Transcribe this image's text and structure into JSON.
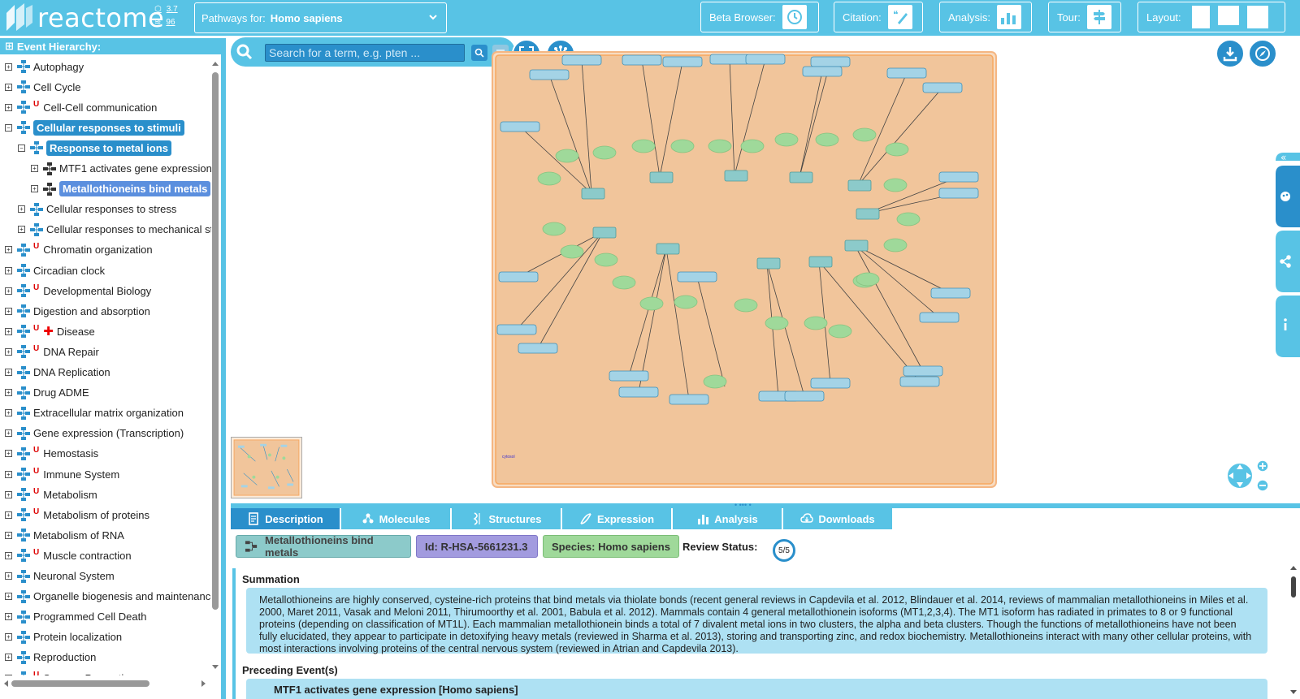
{
  "header": {
    "logo_text": "reactome",
    "version": "3.7",
    "release": "96",
    "species_label": "Pathways for:",
    "species_value": "Homo sapiens",
    "beta_label": "Beta Browser:",
    "citation_label": "Citation:",
    "analysis_label": "Analysis:",
    "tour_label": "Tour:",
    "layout_label": "Layout:"
  },
  "hierarchy": {
    "title": "Event Hierarchy:",
    "items": [
      {
        "label": "Autophagy",
        "level": 0,
        "expand": "+",
        "badge": ""
      },
      {
        "label": "Cell Cycle",
        "level": 0,
        "expand": "+",
        "badge": ""
      },
      {
        "label": "Cell-Cell communication",
        "level": 0,
        "expand": "+",
        "badge": "U"
      },
      {
        "label": "Cellular responses to stimuli",
        "level": 0,
        "expand": "−",
        "badge": "",
        "selected": "main"
      },
      {
        "label": "Response to metal ions",
        "level": 1,
        "expand": "−",
        "badge": "",
        "selected": "main"
      },
      {
        "label": "MTF1 activates gene expression",
        "level": 2,
        "expand": "+",
        "badge": "",
        "reaction": true
      },
      {
        "label": "Metallothioneins bind metals",
        "level": 2,
        "expand": "+",
        "badge": "",
        "reaction": true,
        "selected": "leaf"
      },
      {
        "label": "Cellular responses to stress",
        "level": 1,
        "expand": "+",
        "badge": ""
      },
      {
        "label": "Cellular responses to mechanical stimuli",
        "level": 1,
        "expand": "+",
        "badge": ""
      },
      {
        "label": "Chromatin organization",
        "level": 0,
        "expand": "+",
        "badge": "U"
      },
      {
        "label": "Circadian clock",
        "level": 0,
        "expand": "+",
        "badge": ""
      },
      {
        "label": "Developmental Biology",
        "level": 0,
        "expand": "+",
        "badge": "U"
      },
      {
        "label": "Digestion and absorption",
        "level": 0,
        "expand": "+",
        "badge": ""
      },
      {
        "label": "Disease",
        "level": 0,
        "expand": "+",
        "badge": "U",
        "disease": true
      },
      {
        "label": "DNA Repair",
        "level": 0,
        "expand": "+",
        "badge": "U"
      },
      {
        "label": "DNA Replication",
        "level": 0,
        "expand": "+",
        "badge": ""
      },
      {
        "label": "Drug ADME",
        "level": 0,
        "expand": "+",
        "badge": ""
      },
      {
        "label": "Extracellular matrix organization",
        "level": 0,
        "expand": "+",
        "badge": ""
      },
      {
        "label": "Gene expression (Transcription)",
        "level": 0,
        "expand": "+",
        "badge": ""
      },
      {
        "label": "Hemostasis",
        "level": 0,
        "expand": "+",
        "badge": "U"
      },
      {
        "label": "Immune System",
        "level": 0,
        "expand": "+",
        "badge": "U"
      },
      {
        "label": "Metabolism",
        "level": 0,
        "expand": "+",
        "badge": "U"
      },
      {
        "label": "Metabolism of proteins",
        "level": 0,
        "expand": "+",
        "badge": "U"
      },
      {
        "label": "Metabolism of RNA",
        "level": 0,
        "expand": "+",
        "badge": ""
      },
      {
        "label": "Muscle contraction",
        "level": 0,
        "expand": "+",
        "badge": "U"
      },
      {
        "label": "Neuronal System",
        "level": 0,
        "expand": "+",
        "badge": ""
      },
      {
        "label": "Organelle biogenesis and maintenance",
        "level": 0,
        "expand": "+",
        "badge": ""
      },
      {
        "label": "Programmed Cell Death",
        "level": 0,
        "expand": "+",
        "badge": ""
      },
      {
        "label": "Protein localization",
        "level": 0,
        "expand": "+",
        "badge": ""
      },
      {
        "label": "Reproduction",
        "level": 0,
        "expand": "+",
        "badge": ""
      },
      {
        "label": "Sensory Perception",
        "level": 0,
        "expand": "+",
        "badge": "U"
      }
    ]
  },
  "diagram": {
    "search_placeholder": "Search for a term, e.g. pten ...",
    "compartment_label": "cytosol"
  },
  "tabs": [
    {
      "label": "Description",
      "icon": "description-icon",
      "active": true
    },
    {
      "label": "Molecules",
      "icon": "molecules-icon",
      "active": false
    },
    {
      "label": "Structures",
      "icon": "structures-icon",
      "active": false
    },
    {
      "label": "Expression",
      "icon": "expression-icon",
      "active": false
    },
    {
      "label": "Analysis",
      "icon": "analysis-icon",
      "active": false
    },
    {
      "label": "Downloads",
      "icon": "downloads-icon",
      "active": false
    }
  ],
  "details": {
    "name": "Metallothioneins bind metals",
    "id_chip": "Id: R-HSA-5661231.3",
    "species_chip": "Species: Homo sapiens",
    "review_label": "Review Status:",
    "review_value": "5/5",
    "summation_title": "Summation",
    "summation_text": "Metallothioneins are highly conserved, cysteine-rich proteins that bind metals via thiolate bonds (recent general reviews in Capdevila et al. 2012, Blindauer et al. 2014, reviews of mammalian metallothioneins in Miles et al. 2000, Maret 2011, Vasak and Meloni 2011, Thirumoorthy et al. 2001, Babula et al. 2012). Mammals contain 4 general metallothionein isoforms (MT1,2,3,4). The MT1 isoform has radiated in primates to 8 or 9 functional proteins (depending on classification of MT1L). Each mammalian metallothionein binds a total of 7 divalent metal ions in two clusters, the alpha and beta clusters. Though the functions of metallothioneins have not been fully elucidated, they appear to participate in detoxifying heavy metals (reviewed in Sharma et al. 2013), storing and transporting zinc, and redox biochemistry. Metallothioneins interact with many other cellular proteins, with most interactions involving proteins of the central nervous system (reviewed in Atrian and Capdevila 2013).",
    "preceding_title": "Preceding Event(s)",
    "preceding_item": "MTF1 activates gene expression [Homo sapiens]"
  },
  "colors": {
    "brand": "#58c3e5",
    "brand_dark": "#2a8fcb",
    "compartment": "#f1c59b",
    "protein": "#a4d3e6",
    "complex": "#8ccaca",
    "small_molecule": "#9fd99a"
  }
}
